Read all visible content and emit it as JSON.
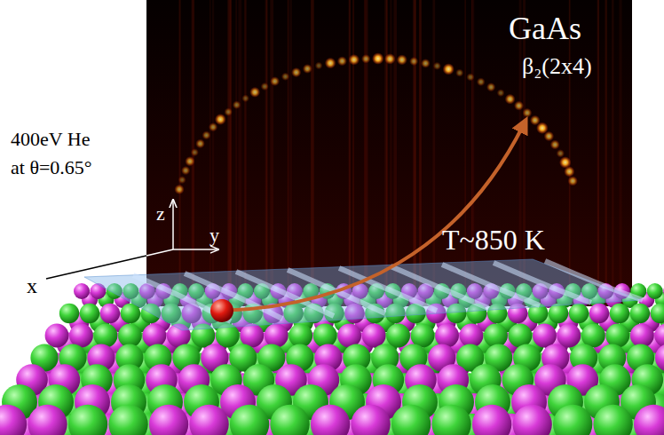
{
  "diagram": {
    "labels": [
      "GaAs",
      "β₂(2x4)",
      "400eV He",
      "at θ=0.65°",
      "z",
      "y",
      "x",
      "T~850 K"
    ]
  }
}
